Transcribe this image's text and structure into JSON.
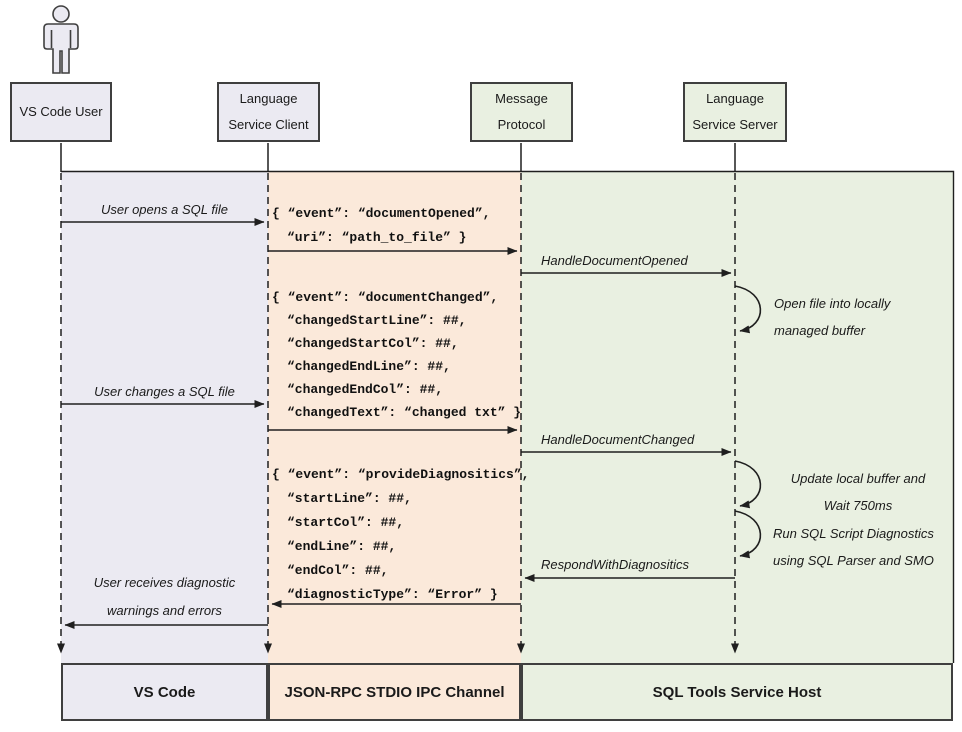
{
  "diagram": {
    "colors": {
      "lavender": "#EBEAF2",
      "peach": "#FBE9DA",
      "green": "#E9F0E1"
    },
    "header": {
      "user": {
        "line1": "VS Code User"
      },
      "client": {
        "line1": "Language",
        "line2": "Service Client"
      },
      "protocol": {
        "line1": "Message",
        "line2": "Protocol"
      },
      "server": {
        "line1": "Language",
        "line2": "Service Server"
      }
    },
    "labels": {
      "open_file": "User opens a SQL file",
      "change_file": "User changes a SQL file",
      "receive_line1": "User receives diagnostic",
      "receive_line2": "warnings and errors",
      "handle_opened": "HandleDocumentOpened",
      "handle_changed": "HandleDocumentChanged",
      "respond": "RespondWithDiagnositics"
    },
    "notes": {
      "open_buffer_line1": "Open file into locally",
      "open_buffer_line2": "managed buffer",
      "update_line1": "Update local buffer and",
      "update_line2": "Wait 750ms",
      "run_line1": "Run SQL Script Diagnostics",
      "run_line2": "using SQL Parser and SMO"
    },
    "json_opened": [
      "{ “event”: “documentOpened”,",
      "“uri”: “path_to_file” }"
    ],
    "json_changed": [
      "{ “event”: “documentChanged”,",
      "“changedStartLine”: ##,",
      "“changedStartCol”: ##,",
      "“changedEndLine”: ##,",
      "“changedEndCol”: ##,",
      "“changedText”: “changed txt” }"
    ],
    "json_diagnostics": [
      "{ “event”: “provideDiagnositics”,",
      "“startLine”: ##,",
      "“startCol”: ##,",
      "“endLine”: ##,",
      "“endCol”: ##,",
      "“diagnosticType”: “Error” }"
    ],
    "footer": {
      "vscode": "VS Code",
      "channel": "JSON-RPC STDIO IPC Channel",
      "host": "SQL Tools Service Host"
    }
  }
}
